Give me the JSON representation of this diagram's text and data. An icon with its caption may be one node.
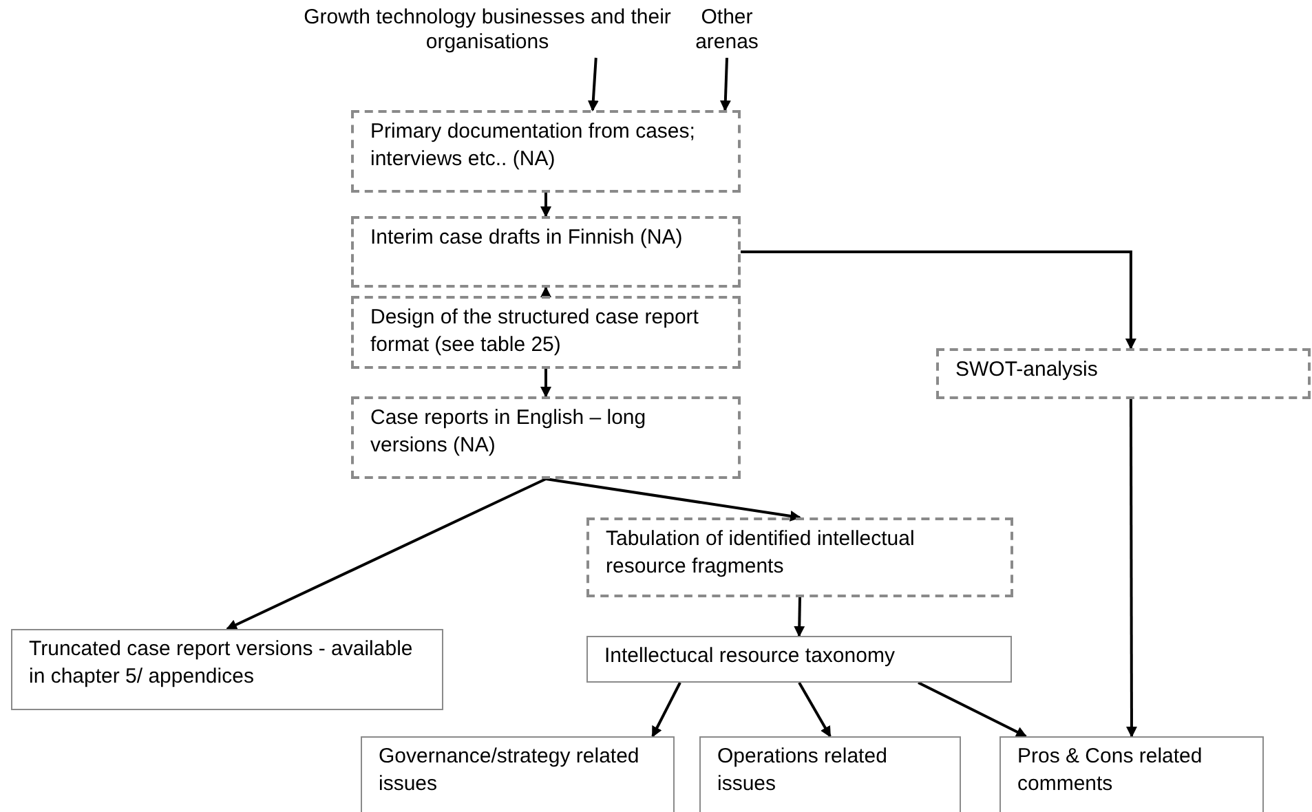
{
  "diagram": {
    "nodes": [
      {
        "text": [
          "Growth technology businesses and their organisations"
        ]
      },
      {
        "text": [
          "Other arenas"
        ]
      },
      {
        "text": [
          "Primary documentation from cases; interviews etc.. (NA)"
        ]
      },
      {
        "text": [
          "Interim case drafts in Finnish (NA)"
        ]
      },
      {
        "text": [
          "Design of the structured case report format (see table 25)"
        ]
      },
      {
        "text": [
          "Case reports in English – long versions (NA)"
        ]
      },
      {
        "text": [
          "SWOT-analysis"
        ]
      },
      {
        "text": [
          "Tabulation of identified intellectual resource fragments"
        ]
      },
      {
        "text": [
          "Truncated case report versions - available in chapter 5/ appendices"
        ]
      },
      {
        "text": [
          "Intellectucal resource taxonomy"
        ]
      },
      {
        "text": [
          "Governance/strategy related issues"
        ]
      },
      {
        "text": [
          "Operations related issues"
        ]
      },
      {
        "text": [
          "Pros & Cons related comments"
        ]
      }
    ],
    "edges": [
      {
        "from": 0,
        "to": 2,
        "arrow": "to"
      },
      {
        "from": 1,
        "to": 2,
        "arrow": "to"
      },
      {
        "from": 2,
        "to": 3,
        "arrow": "to"
      },
      {
        "from": 4,
        "to": 3,
        "arrow": "to"
      },
      {
        "from": 4,
        "to": 5,
        "arrow": "to"
      },
      {
        "from": 3,
        "to": 6,
        "arrow": "to"
      },
      {
        "from": 5,
        "to": 8,
        "arrow": "to"
      },
      {
        "from": 5,
        "to": 7,
        "arrow": "to"
      },
      {
        "from": 7,
        "to": 9,
        "arrow": "to"
      },
      {
        "from": 9,
        "to": 10,
        "arrow": "to"
      },
      {
        "from": 9,
        "to": 11,
        "arrow": "to"
      },
      {
        "from": 9,
        "to": 12,
        "arrow": "to"
      },
      {
        "from": 6,
        "to": 12,
        "arrow": "to"
      }
    ]
  }
}
